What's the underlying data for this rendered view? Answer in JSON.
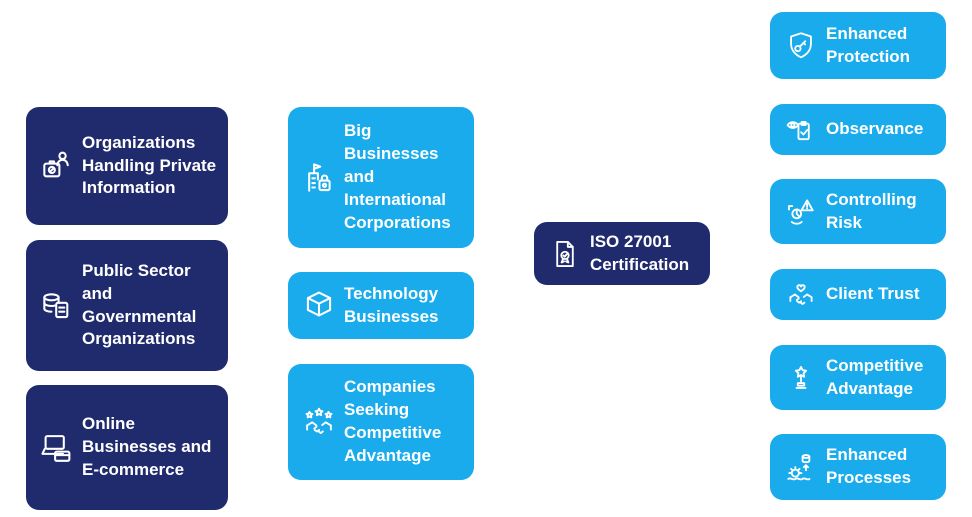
{
  "colors": {
    "navy": "#202B6D",
    "sky": "#19ABEC",
    "text_on_dark": "#FFFFFF",
    "background": "#FFFFFF"
  },
  "left_column": {
    "items": [
      {
        "label": "Organizations Handling Private Information",
        "icon": "person-privacy-icon"
      },
      {
        "label": "Public Sector and Governmental Organizations",
        "icon": "database-document-icon"
      },
      {
        "label": "Online Businesses and E-commerce",
        "icon": "laptop-payment-icon"
      }
    ]
  },
  "middle_column": {
    "items": [
      {
        "label": "Big Businesses and International Corporations",
        "icon": "corporate-building-lock-icon"
      },
      {
        "label": "Technology Businesses",
        "icon": "cube-icon"
      },
      {
        "label": "Companies Seeking Competitive Advantage",
        "icon": "stars-handshake-icon"
      }
    ]
  },
  "center": {
    "label": "ISO 27001 Certification",
    "icon": "certificate-icon"
  },
  "right_column": {
    "items": [
      {
        "label": "Enhanced Protection",
        "icon": "shield-key-icon"
      },
      {
        "label": "Observance",
        "icon": "eye-checklist-icon"
      },
      {
        "label": "Controlling Risk",
        "icon": "risk-chart-warning-icon"
      },
      {
        "label": "Client Trust",
        "icon": "handshake-heart-icon"
      },
      {
        "label": "Competitive Advantage",
        "icon": "star-trophy-icon"
      },
      {
        "label": "Enhanced Processes",
        "icon": "gear-database-upgrade-icon"
      }
    ]
  }
}
